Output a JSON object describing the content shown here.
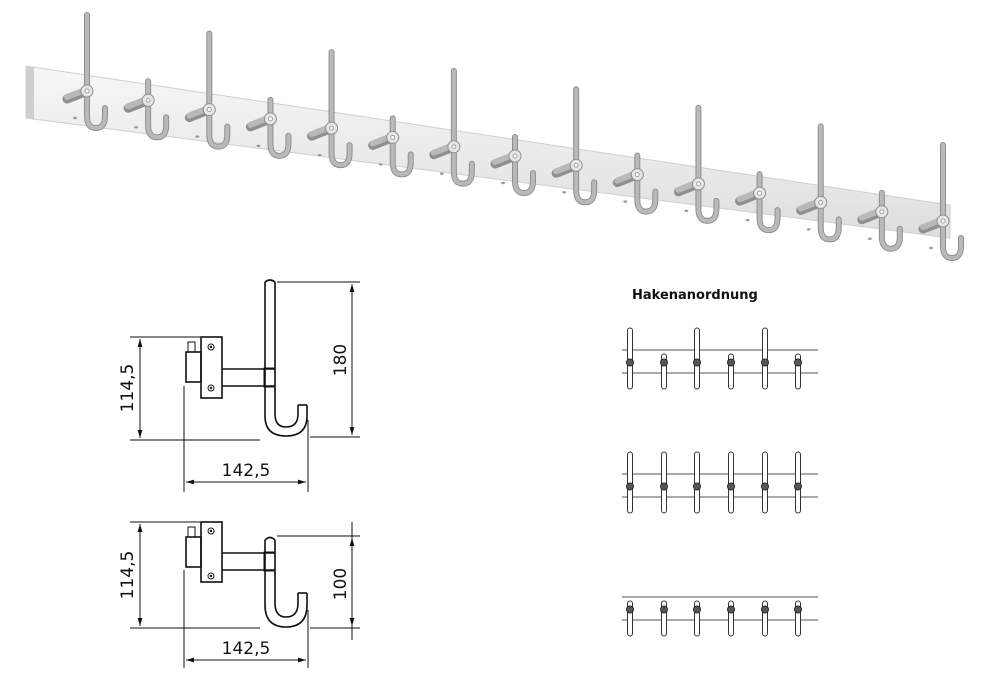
{
  "rack": {
    "hook_count": 15,
    "colors": {
      "bar_light": "#f2f2f2",
      "bar_dark": "#c9c9c9",
      "hook": "#b9b9b9",
      "hook_dark": "#8f8f8f"
    }
  },
  "drawing_long": {
    "height_label": "114,5",
    "depth_label": "142,5",
    "length_label": "180"
  },
  "drawing_short": {
    "height_label": "114,5",
    "depth_label": "142,5",
    "length_label": "100"
  },
  "arrangement": {
    "title": "Hakenanordnung",
    "rows": [
      {
        "pattern": [
          "long",
          "short",
          "long",
          "short",
          "long",
          "short"
        ]
      },
      {
        "pattern": [
          "long",
          "long",
          "long",
          "long",
          "long",
          "long"
        ]
      },
      {
        "pattern": [
          "short",
          "short",
          "short",
          "short",
          "short",
          "short"
        ]
      }
    ]
  }
}
